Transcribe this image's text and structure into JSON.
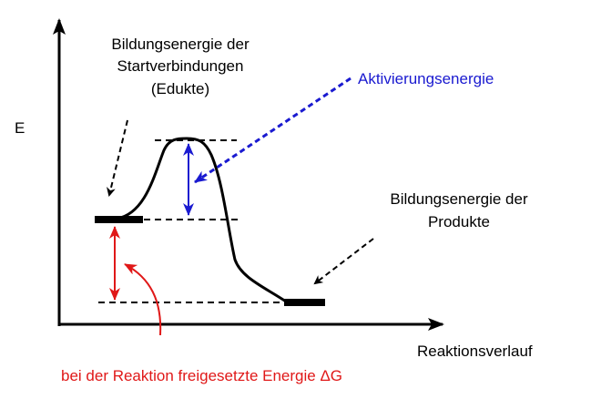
{
  "axes": {
    "y_label": "E",
    "x_label": "Reaktionsverlauf"
  },
  "labels": {
    "educts": [
      "Bildungsenergie der",
      "Startverbindungen",
      "(Edukte)"
    ],
    "activation": "Aktivierungsenergie",
    "products": [
      "Bildungsenergie der",
      "Produkte"
    ],
    "released": "bei der Reaktion freigesetzte Energie ΔG"
  },
  "colors": {
    "activation": "#1a1ad0",
    "released": "#e01818",
    "main": "#000000"
  }
}
